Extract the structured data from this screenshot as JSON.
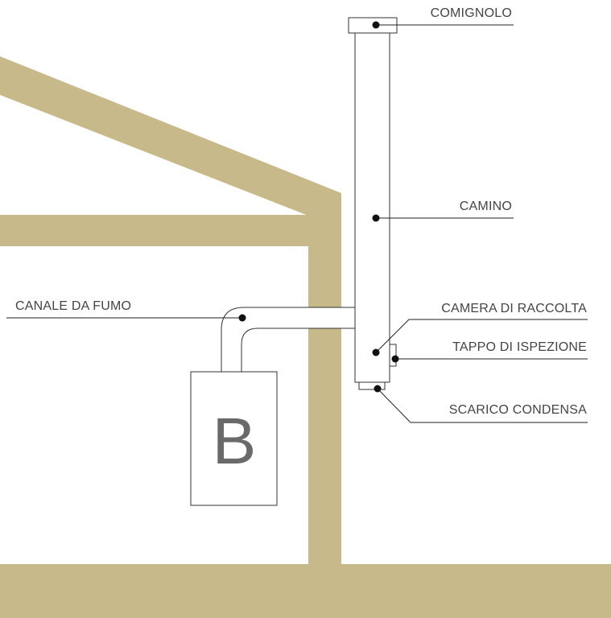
{
  "colors": {
    "structure": "#c7b989",
    "outline": "#333333",
    "label_text": "#444444",
    "boiler_letter": "#6a6a6a",
    "background": "#ffffff"
  },
  "labels": {
    "comignolo": "COMIGNOLO",
    "camino": "CAMINO",
    "canale_da_fumo": "CANALE DA FUMO",
    "camera_di_raccolta": "CAMERA DI RACCOLTA",
    "tappo_di_ispezione": "TAPPO DI ISPEZIONE",
    "scarico_condensa": "SCARICO CONDENSA"
  },
  "boiler": {
    "letter": "B"
  }
}
